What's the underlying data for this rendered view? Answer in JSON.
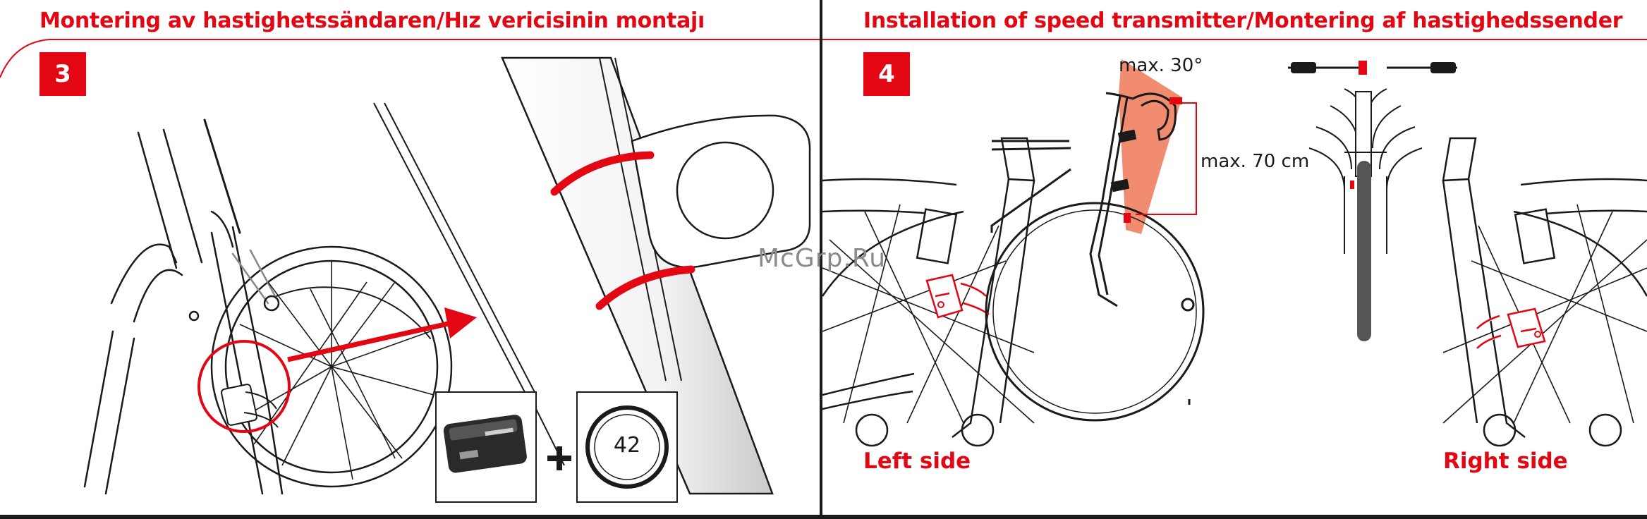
{
  "left_page": {
    "title": "Montering av hastighetssändaren/Hız vericisinin montajı",
    "step": "3",
    "magnet_label": "42"
  },
  "right_page": {
    "title": "Installation of speed transmitter/Montering af hastighedssender",
    "step": "4",
    "angle_label": "max. 30°",
    "distance_label": "max. 70 cm",
    "left_side_label": "Left side",
    "right_side_label": "Right side"
  },
  "watermark": "McGrp.Ru",
  "colors": {
    "accent": "#e30613",
    "cone": "#f08060",
    "line": "#1a1a1a"
  }
}
